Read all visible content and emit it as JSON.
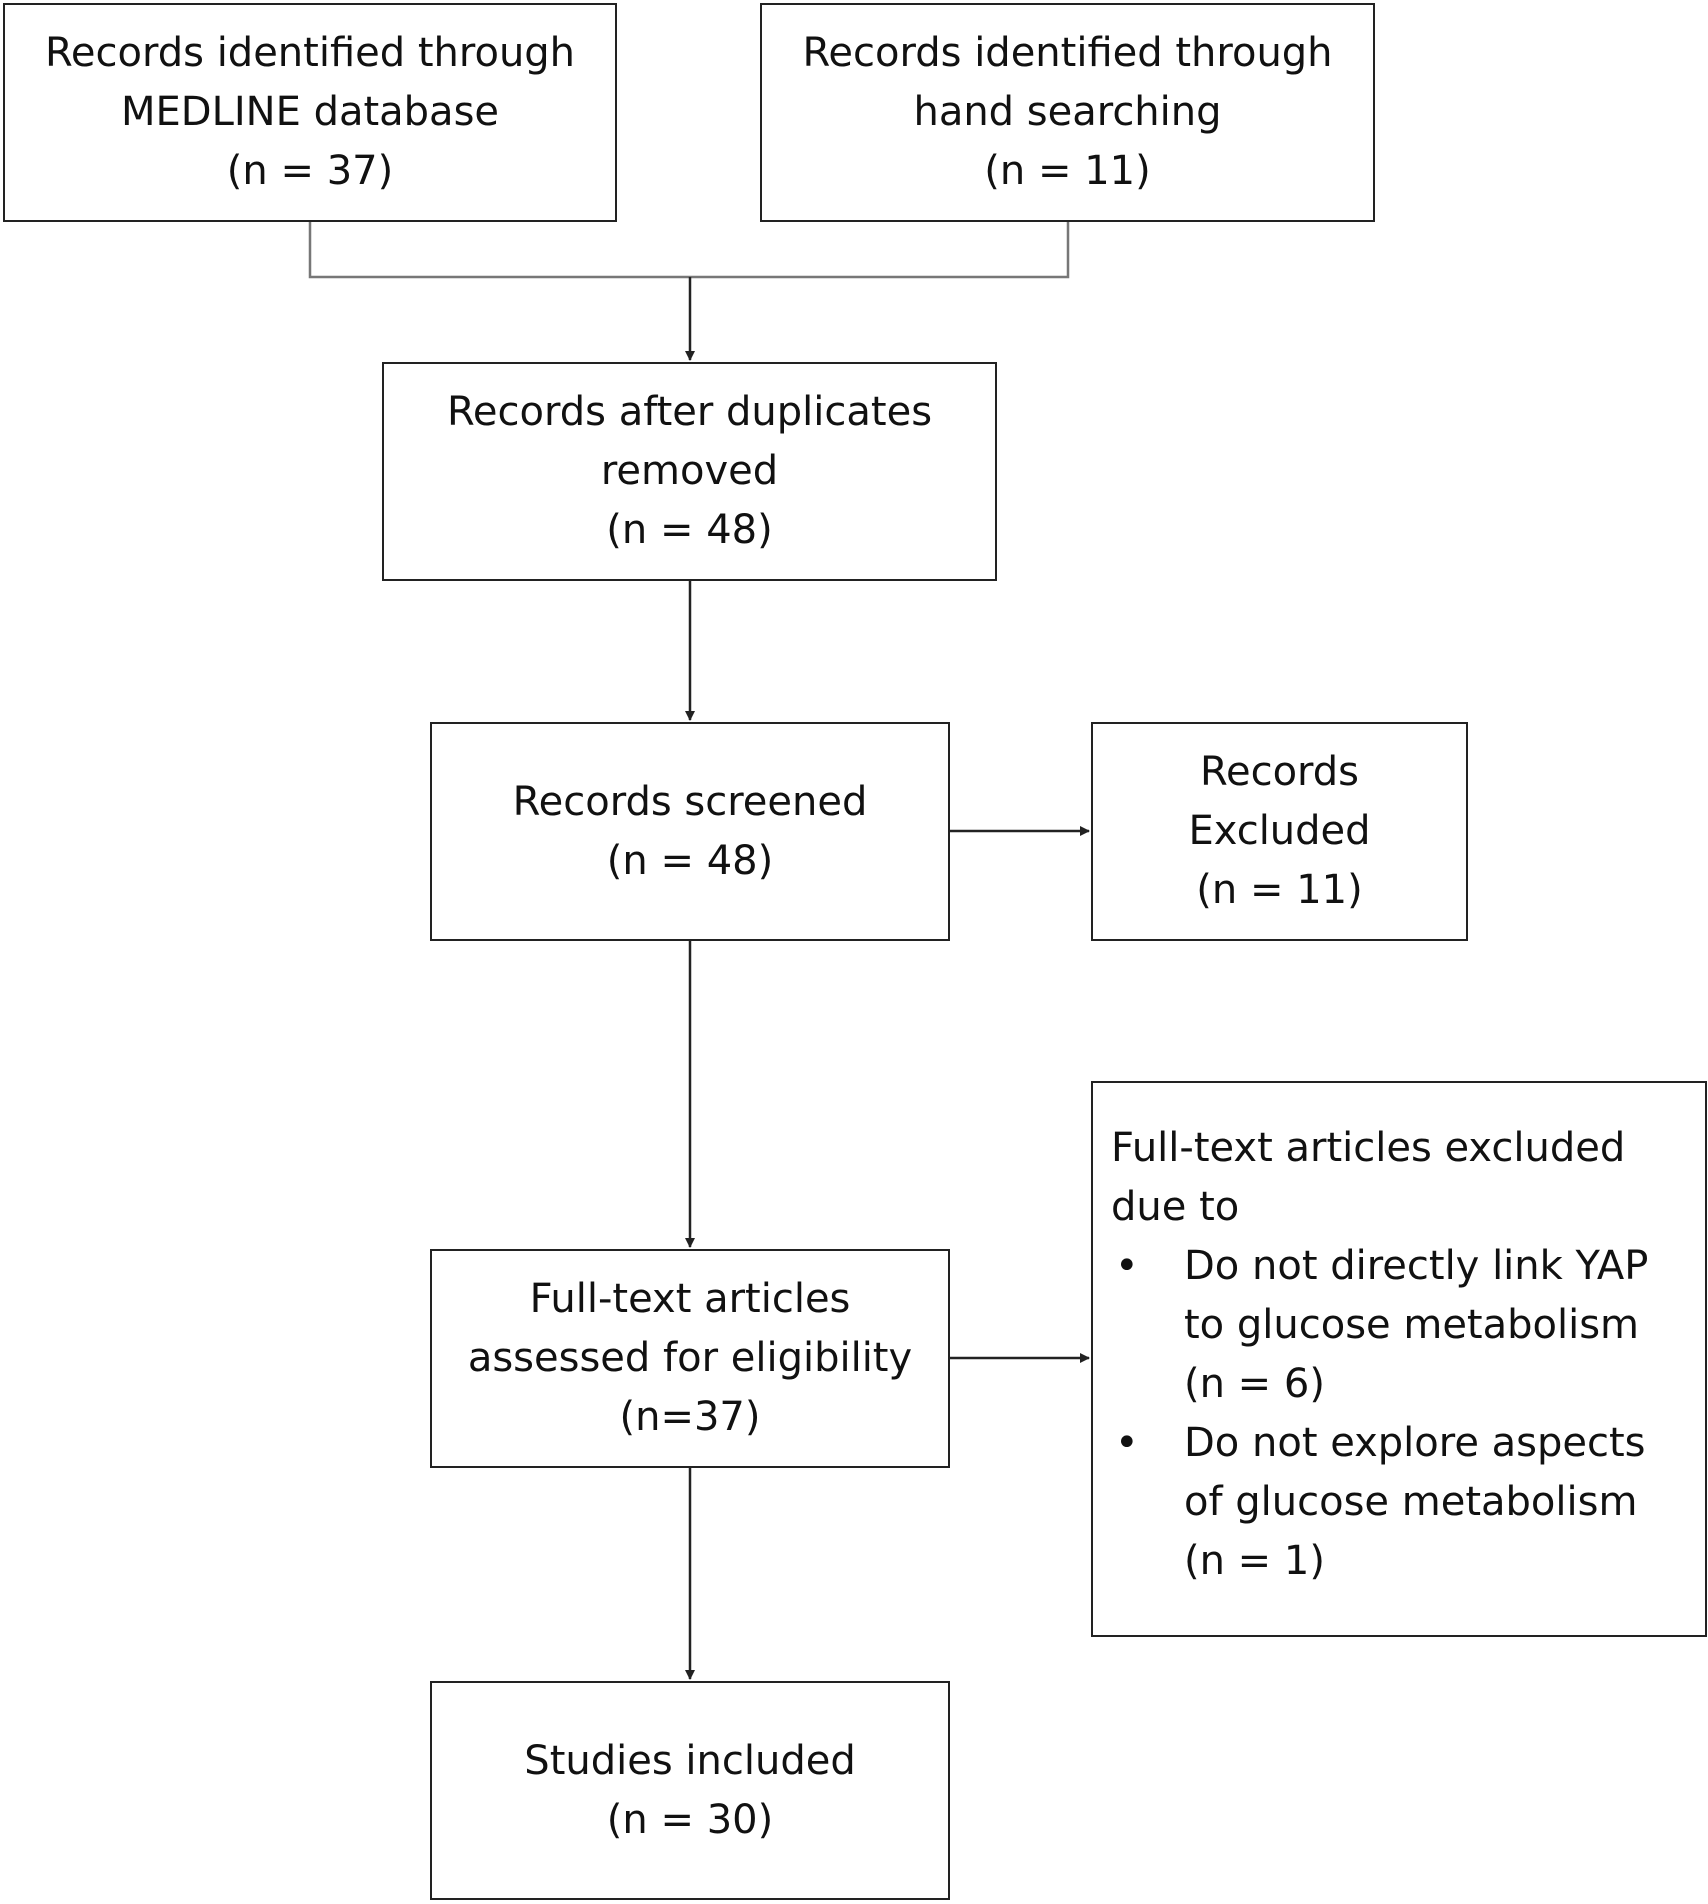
{
  "boxes": {
    "medline": {
      "line1": "Records identified through",
      "line2": "MEDLINE database",
      "count": "(n = 37)"
    },
    "hand": {
      "line1": "Records identified through",
      "line2": "hand searching",
      "count": "(n = 11)"
    },
    "duplicates": {
      "line1": "Records after duplicates",
      "line2": "removed",
      "count": "(n = 48)"
    },
    "screened": {
      "line1": "Records screened",
      "count": "(n = 48)"
    },
    "excluded": {
      "line1": "Records",
      "line2": "Excluded",
      "count": "(n = 11)"
    },
    "fulltext": {
      "line1": "Full-text articles",
      "line2": "assessed for eligibility",
      "count": "(n=37)"
    },
    "fulltext_excluded": {
      "title": "Full-text articles excluded due to",
      "bullet": "•",
      "reasons": [
        {
          "text": "Do not directly link YAP to glucose metabolism",
          "count": "(n = 6)"
        },
        {
          "text": "Do not explore aspects of glucose metabolism",
          "count": "(n = 1)"
        }
      ]
    },
    "studies": {
      "line1": "Studies included",
      "count": "(n = 30)"
    }
  },
  "colors": {
    "stroke": "#222222",
    "background": "#ffffff",
    "text": "#111111"
  }
}
